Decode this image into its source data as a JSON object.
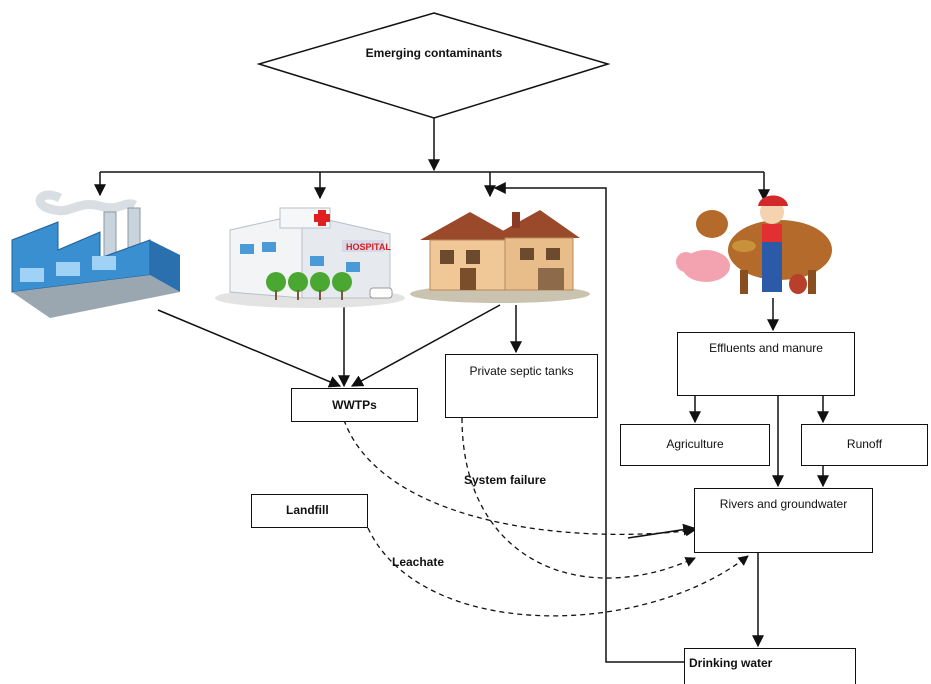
{
  "nodes": {
    "root": "Emerging contaminants",
    "wwtps": "WWTPs",
    "septic": "Private septic tanks",
    "effluents": "Effluents and manure",
    "agriculture": "Agriculture",
    "runoff": "Runoff",
    "landfill": "Landfill",
    "rivers": "Rivers and groundwater",
    "drinking": "Drinking water"
  },
  "edge_labels": {
    "system_failure": "System failure",
    "leachate": "Leachate"
  },
  "icons": [
    "factory-icon",
    "hospital-icon",
    "house-icon",
    "farm-icon"
  ],
  "colors": {
    "line": "#111111",
    "factory_blue": "#3a8fd0",
    "roof": "#9a4a2a",
    "tree": "#4aa832"
  }
}
